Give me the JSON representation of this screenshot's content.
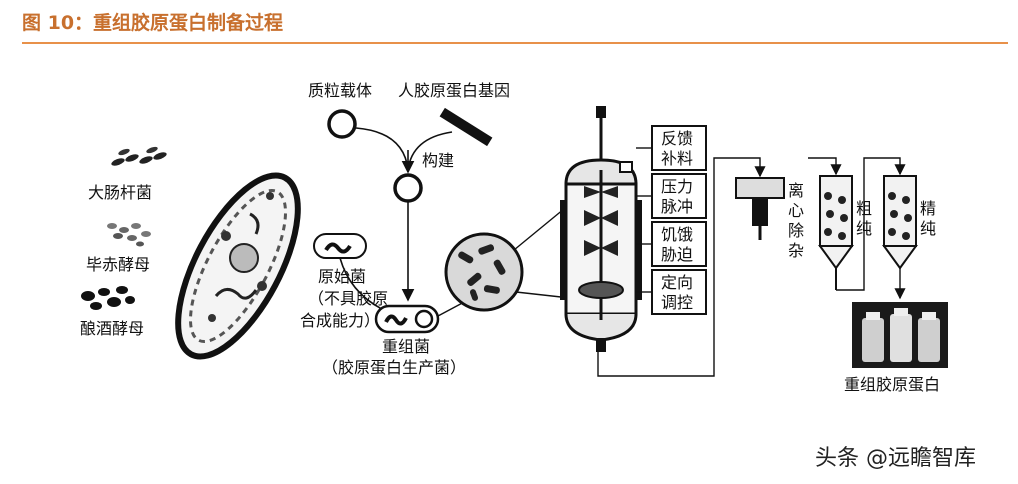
{
  "figure_title": "图 10：重组胶原蛋白制备过程",
  "hosts": [
    "大肠杆菌",
    "毕赤酵母",
    "酿酒酵母"
  ],
  "plasmid_label": "质粒载体",
  "gene_label": "人胶原蛋白基因",
  "construct_label": "构建",
  "original_strain": [
    "原始菌",
    "（不具胶原",
    "合成能力）"
  ],
  "recombinant_strain": [
    "重组菌",
    "（胶原蛋白生产菌）"
  ],
  "fermentation_controls": [
    [
      "反馈",
      "补料"
    ],
    [
      "压力",
      "脉冲"
    ],
    [
      "饥饿",
      "胁迫"
    ],
    [
      "定向",
      "调控"
    ]
  ],
  "purification_steps": [
    [
      "离",
      "心",
      "除",
      "杂"
    ],
    [
      "粗",
      "纯"
    ],
    [
      "精",
      "纯"
    ]
  ],
  "product_label": "重组胶原蛋白",
  "watermark": "头条 @远瞻智库"
}
